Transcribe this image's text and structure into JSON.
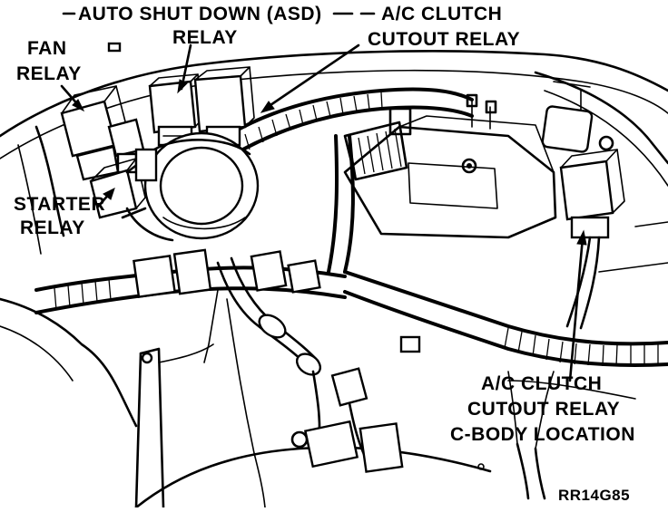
{
  "labels": {
    "asd_relay_line1": "AUTO SHUT DOWN (ASD)",
    "asd_relay_line2": "RELAY",
    "ac_cutout_top_line1": "A/C CLUTCH",
    "ac_cutout_top_line2": "CUTOUT RELAY",
    "fan_relay_line1": "FAN",
    "fan_relay_line2": "RELAY",
    "starter_relay_line1": "STARTER",
    "starter_relay_line2": "RELAY",
    "ac_cutout_cbody_line1": "A/C CLUTCH",
    "ac_cutout_cbody_line2": "CUTOUT RELAY",
    "ac_cutout_cbody_line3": "C-BODY LOCATION"
  },
  "figure_code": "RR14G85",
  "colors": {
    "ink": "#000000",
    "paper": "#ffffff"
  }
}
